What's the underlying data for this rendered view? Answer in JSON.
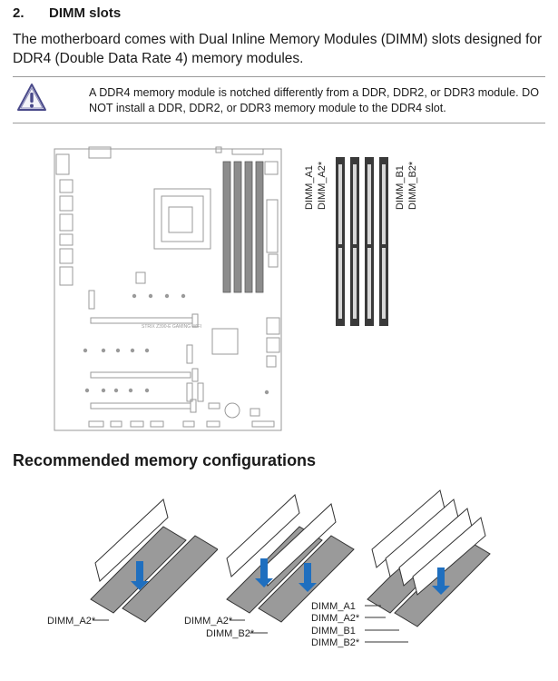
{
  "section": {
    "number": "2.",
    "title": "DIMM slots",
    "intro": "The motherboard comes with Dual Inline Memory Modules (DIMM) slots designed for DDR4 (Double Data Rate 4) memory modules."
  },
  "note": {
    "icon": "warning-triangle-icon",
    "text": "A DDR4 memory module is notched differently from a DDR, DDR2, or DDR3 module. DO NOT install a DDR, DDR2, or DDR3 memory module to the DDR4 slot."
  },
  "board": {
    "silkscreen": "STRIX Z390-E GAMING WIFI"
  },
  "slot_labels": [
    "DIMM_A1",
    "DIMM_A2*",
    "DIMM_B1",
    "DIMM_B2*"
  ],
  "recommended": {
    "heading": "Recommended memory configurations",
    "configs": [
      {
        "labels": [
          "DIMM_A2*"
        ]
      },
      {
        "labels": [
          "DIMM_A2*",
          "DIMM_B2*"
        ]
      },
      {
        "labels": [
          "DIMM_A1",
          "DIMM_A2*",
          "DIMM_B1",
          "DIMM_B2*"
        ]
      }
    ]
  }
}
